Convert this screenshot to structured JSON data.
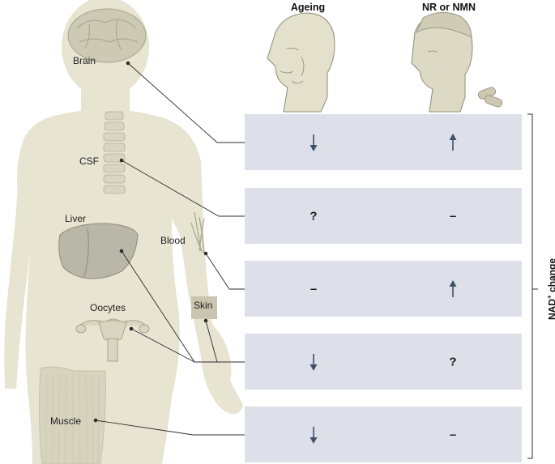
{
  "headers": {
    "ageing": "Ageing",
    "treatment": "NR or NMN"
  },
  "tissues": {
    "brain": "Brain",
    "csf": "CSF",
    "liver": "Liver",
    "blood": "Blood",
    "skin": "Skin",
    "oocytes": "Oocytes",
    "muscle": "Muscle"
  },
  "rows": [
    {
      "ageing": "down",
      "treatment": "up"
    },
    {
      "ageing": "?",
      "treatment": "–"
    },
    {
      "ageing": "–",
      "treatment": "up"
    },
    {
      "ageing": "down",
      "treatment": "?"
    },
    {
      "ageing": "down",
      "treatment": "–"
    }
  ],
  "side_label": {
    "main": "NAD",
    "sup": "+",
    "rest": " change"
  },
  "colors": {
    "body": "#e7e4d2",
    "row_bg": "#dde0e9",
    "arrow": "#3f5068",
    "organ": "#ccc9b4",
    "organ_line": "#a8a48c"
  }
}
